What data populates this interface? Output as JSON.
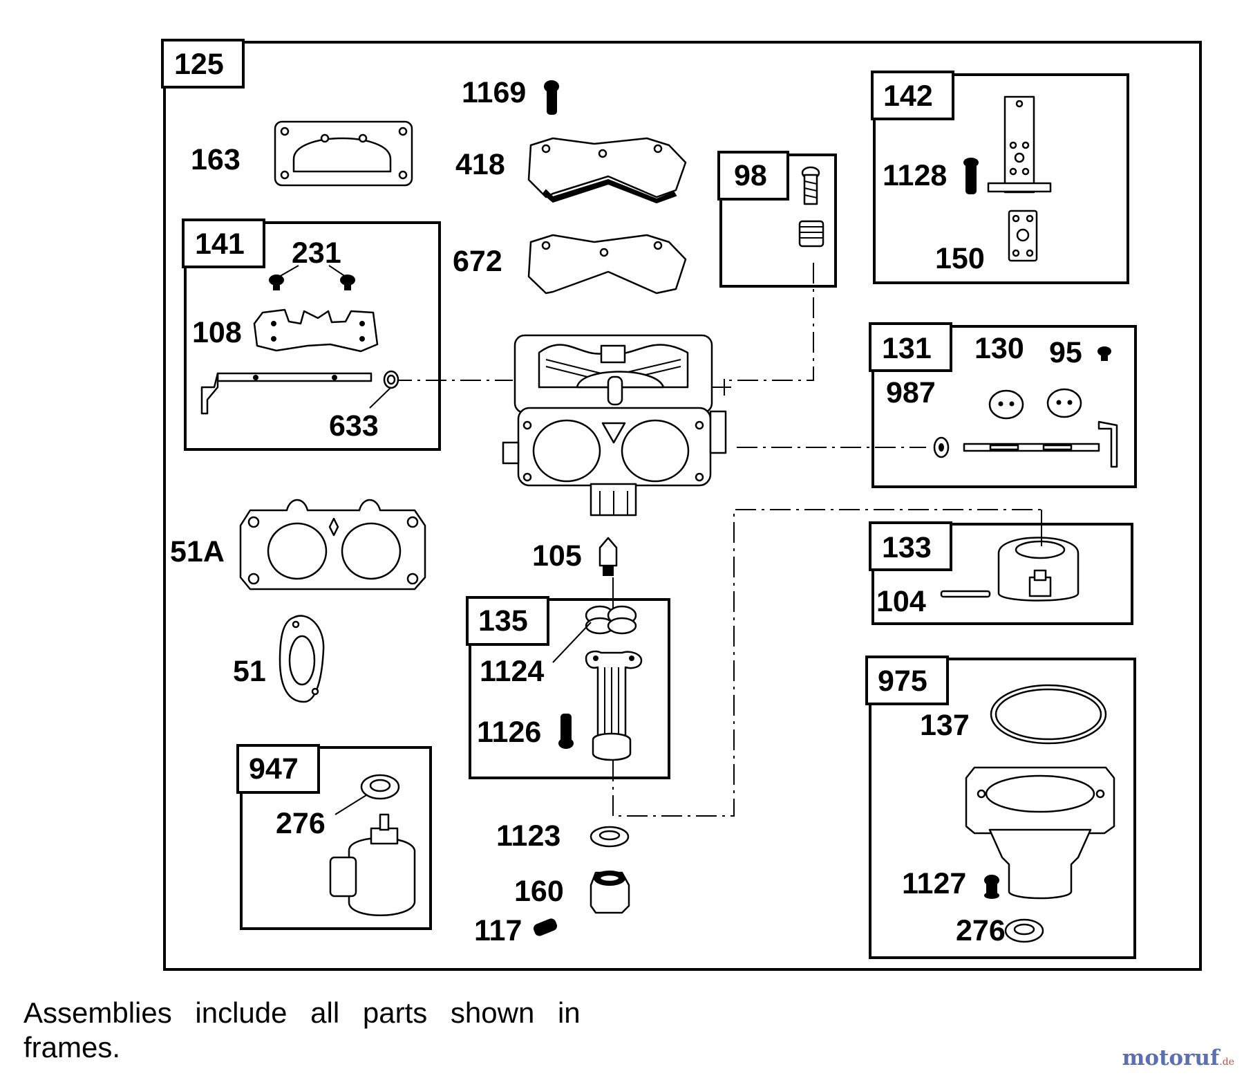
{
  "frames": {
    "f125": "125",
    "f141": "141",
    "f98": "98",
    "f142": "142",
    "f131": "131",
    "f133": "133",
    "f135": "135",
    "f947": "947",
    "f975": "975"
  },
  "parts": {
    "p1169": "1169",
    "p163": "163",
    "p418": "418",
    "p672": "672",
    "p231": "231",
    "p108": "108",
    "p633": "633",
    "p1128": "1128",
    "p150": "150",
    "p130": "130",
    "p95": "95",
    "p987": "987",
    "p51A": "51A",
    "p51": "51",
    "p105": "105",
    "p104": "104",
    "p1124": "1124",
    "p1126": "1126",
    "p137": "137",
    "p276a": "276",
    "p1123": "1123",
    "p160": "160",
    "p117": "117",
    "p1127": "1127",
    "p276b": "276"
  },
  "caption": "Assemblies include all parts shown in frames.",
  "watermark": {
    "brand": "motoruf",
    "suffix": ".de",
    "color": "#5b6fb1"
  }
}
